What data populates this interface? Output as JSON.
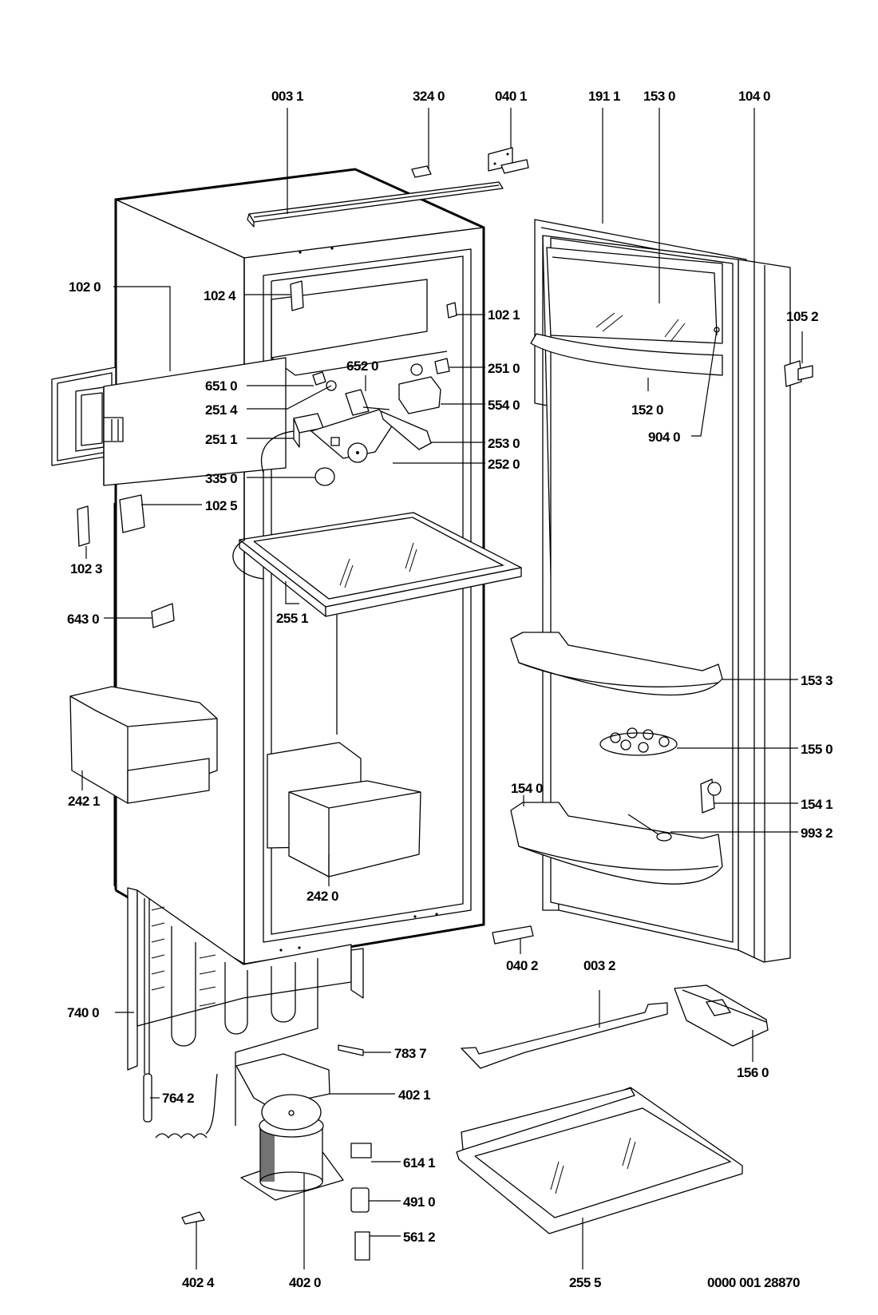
{
  "diagram": {
    "type": "exploded-parts-diagram",
    "subject": "built-in refrigerator",
    "drawing_number": "0000 001 28870",
    "parts": [
      {
        "id": "p0031",
        "label": "003 1"
      },
      {
        "id": "p3240",
        "label": "324 0"
      },
      {
        "id": "p0401",
        "label": "040 1"
      },
      {
        "id": "p1911",
        "label": "191 1"
      },
      {
        "id": "p1530",
        "label": "153 0"
      },
      {
        "id": "p1040",
        "label": "104 0"
      },
      {
        "id": "p1020",
        "label": "102 0"
      },
      {
        "id": "p1024",
        "label": "102 4"
      },
      {
        "id": "p1021",
        "label": "102 1"
      },
      {
        "id": "p1052",
        "label": "105 2"
      },
      {
        "id": "p6520",
        "label": "652 0"
      },
      {
        "id": "p6510",
        "label": "651 0"
      },
      {
        "id": "p2510",
        "label": "251 0"
      },
      {
        "id": "p2514",
        "label": "251 4"
      },
      {
        "id": "p5540",
        "label": "554 0"
      },
      {
        "id": "p1520",
        "label": "152 0"
      },
      {
        "id": "p2511",
        "label": "251 1"
      },
      {
        "id": "p2530",
        "label": "253 0"
      },
      {
        "id": "p9040",
        "label": "904 0"
      },
      {
        "id": "p2520",
        "label": "252 0"
      },
      {
        "id": "p3350",
        "label": "335 0"
      },
      {
        "id": "p1025",
        "label": "102 5"
      },
      {
        "id": "p1023",
        "label": "102 3"
      },
      {
        "id": "p2551",
        "label": "255 1"
      },
      {
        "id": "p6430",
        "label": "643 0"
      },
      {
        "id": "p1533",
        "label": "153 3"
      },
      {
        "id": "p1550",
        "label": "155 0"
      },
      {
        "id": "p2421",
        "label": "242 1"
      },
      {
        "id": "p1540",
        "label": "154 0"
      },
      {
        "id": "p1541",
        "label": "154 1"
      },
      {
        "id": "p9932",
        "label": "993 2"
      },
      {
        "id": "p2420",
        "label": "242 0"
      },
      {
        "id": "p0402",
        "label": "040 2"
      },
      {
        "id": "p0032",
        "label": "003 2"
      },
      {
        "id": "p7400",
        "label": "740 0"
      },
      {
        "id": "p7837",
        "label": "783 7"
      },
      {
        "id": "p1560",
        "label": "156 0"
      },
      {
        "id": "p7642",
        "label": "764 2"
      },
      {
        "id": "p4021",
        "label": "402 1"
      },
      {
        "id": "p6141",
        "label": "614 1"
      },
      {
        "id": "p4910",
        "label": "491 0"
      },
      {
        "id": "p5612",
        "label": "561 2"
      },
      {
        "id": "p4024",
        "label": "402 4"
      },
      {
        "id": "p4020",
        "label": "402 0"
      },
      {
        "id": "p2555",
        "label": "255 5"
      }
    ]
  }
}
